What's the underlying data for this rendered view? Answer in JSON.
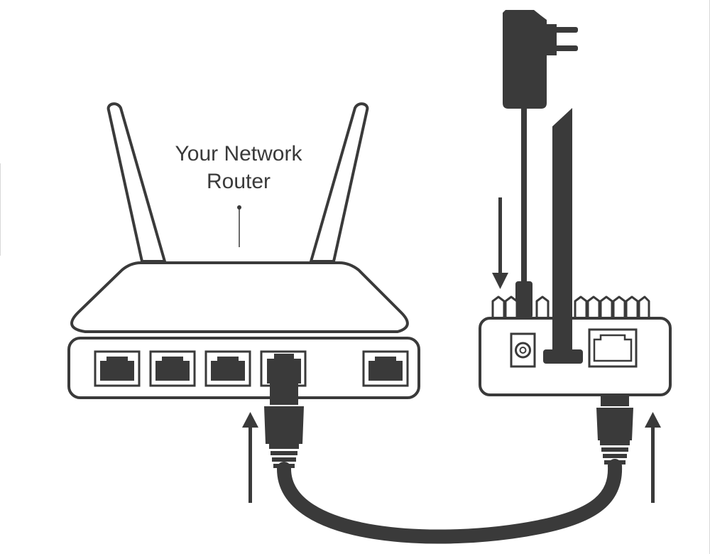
{
  "router_label": {
    "line1": "Your Network",
    "line2": "Router"
  },
  "colors": {
    "ink": "#3a3a3a",
    "background": "#ffffff"
  },
  "router": {
    "lan_port_count": 4,
    "wan_port_count": 1,
    "antenna_count": 2
  },
  "device": {
    "ethernet_port_count": 1,
    "power_jack_count": 1,
    "antenna_count": 1
  },
  "icons": [
    "router-icon",
    "power-adapter-icon",
    "ethernet-cable-icon",
    "arrow-up-icon",
    "arrow-down-icon",
    "antenna-icon"
  ]
}
